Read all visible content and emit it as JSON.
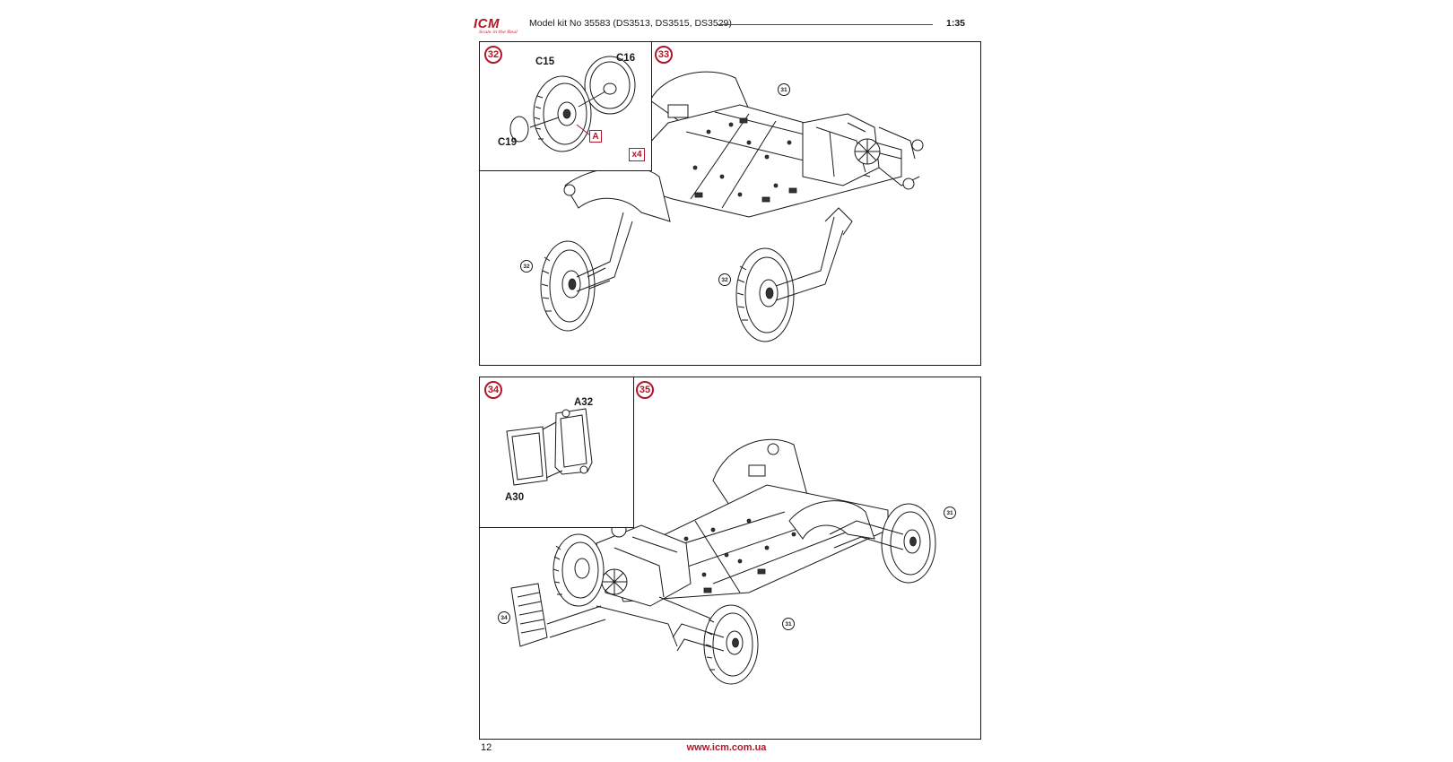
{
  "header": {
    "logo_text": "ICM",
    "logo_tagline": "Scale in the Real",
    "kit_title": "Model kit No 35583 (DS3513, DS3515, DS3529)",
    "scale": "1:35"
  },
  "steps": {
    "s32": "32",
    "s33": "33",
    "s34": "34",
    "s35": "35"
  },
  "parts": {
    "c15": "C15",
    "c16": "C16",
    "c19": "C19",
    "a32": "A32",
    "a30": "A30"
  },
  "callouts": {
    "paint_a": "A",
    "qty": "x4"
  },
  "references": {
    "top_31": "31",
    "top_32_left": "32",
    "top_32_right": "32",
    "bottom_31_right": "31",
    "bottom_31_front": "31",
    "bottom_34": "34"
  },
  "footer": {
    "page_number": "12",
    "website": "www.icm.com.ua"
  }
}
